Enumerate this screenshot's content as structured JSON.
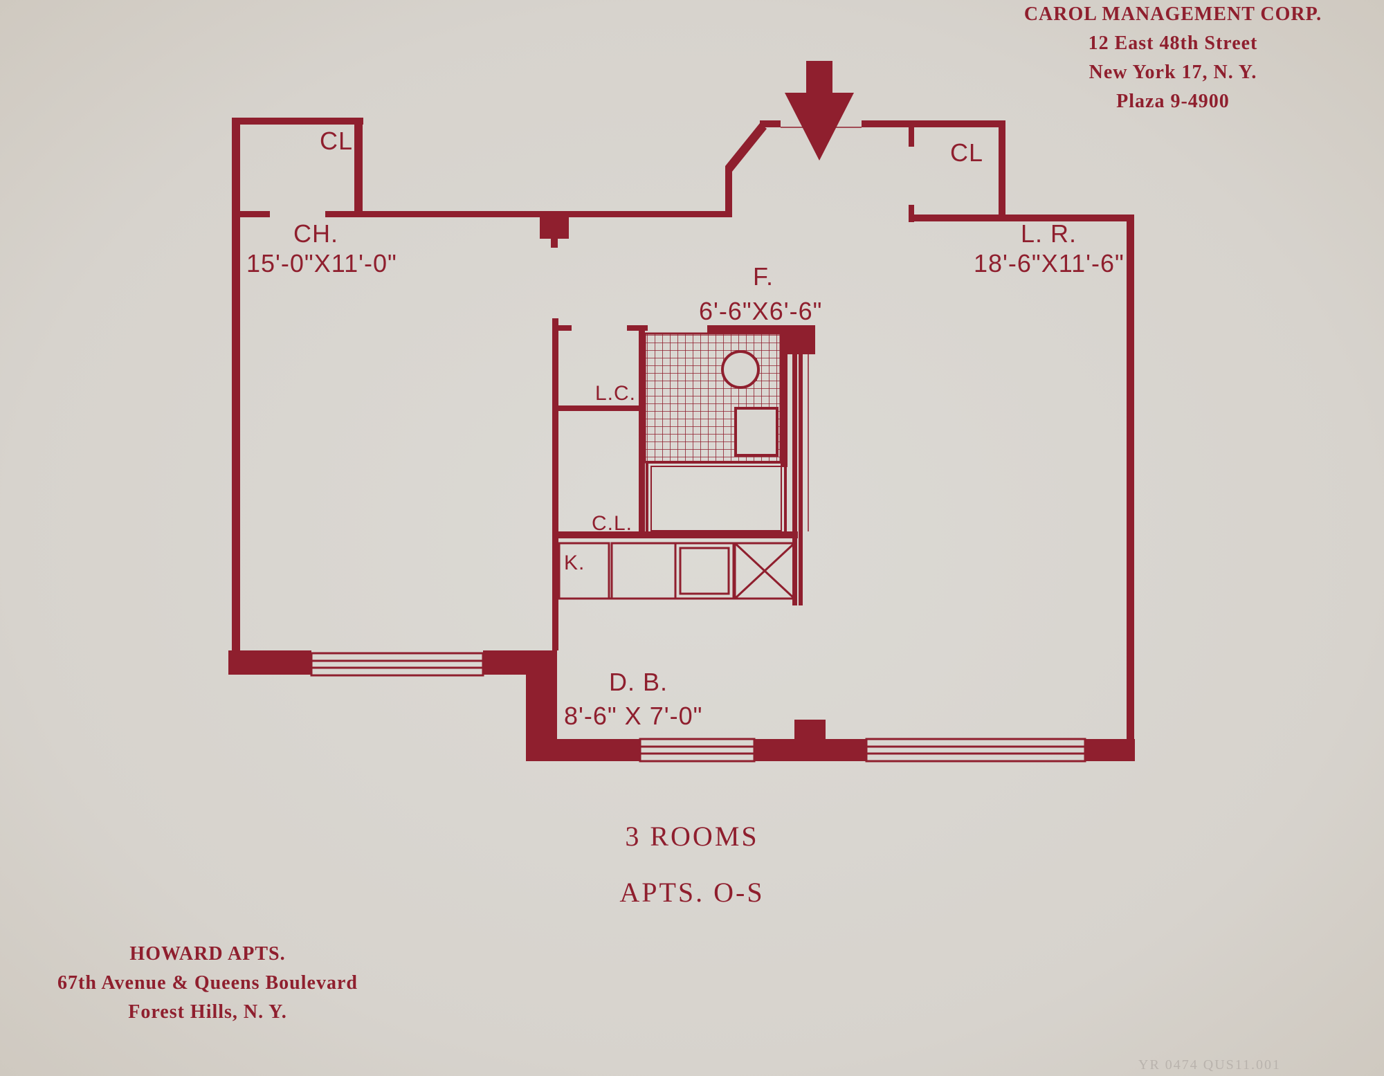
{
  "colors": {
    "ink": "#8f1f2e",
    "paper": "#d9d6d1"
  },
  "rooms": {
    "closet_top_left": "CL",
    "closet_top_right": "CL",
    "chamber_name": "CH.",
    "chamber_size": "15'-0\"X11'-0\"",
    "living_name": "L. R.",
    "living_size": "18'-6\"X11'-6\"",
    "foyer_name": "F.",
    "foyer_size": "6'-6\"X6'-6\"",
    "linen_closet": "L.C.",
    "coat_closet": "C.L.",
    "kitchen": "K.",
    "dinette_name": "D. B.",
    "dinette_size": "8'-6\" X 7'-0\""
  },
  "caption": {
    "rooms": "3   ROOMS",
    "apts": "APTS.   O-S"
  },
  "building": {
    "name": "HOWARD APTS.",
    "street": "67th Avenue & Queens Boulevard",
    "city": "Forest Hills, N. Y."
  },
  "agent": {
    "name": "CAROL MANAGEMENT CORP.",
    "street": "12 East 48th Street",
    "city": "New York 17, N. Y.",
    "phone": "Plaza 9-4900"
  },
  "archive_stamp": "YR 0474 QUS11.001"
}
